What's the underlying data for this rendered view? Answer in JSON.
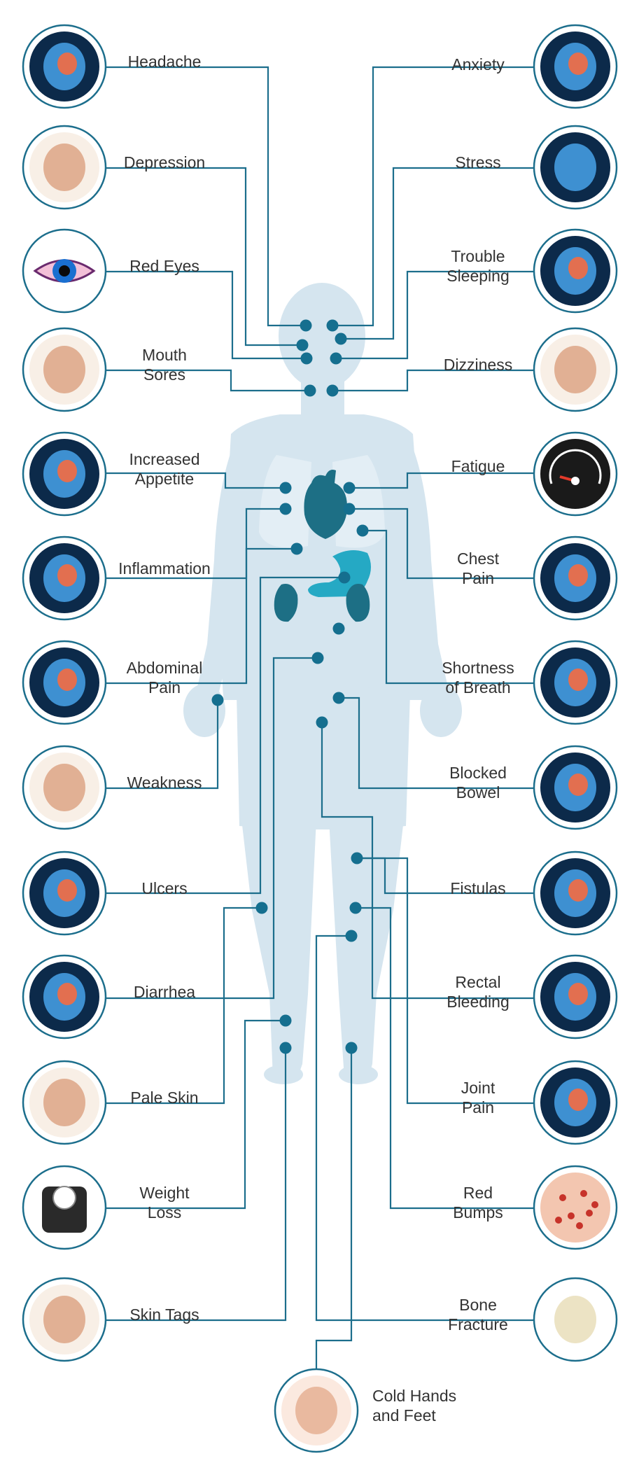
{
  "colors": {
    "line": "#1c6e8c",
    "dot": "#156f8f",
    "silhouette": "#d5e5ef",
    "organ": "#1d6f85",
    "stomach": "#25a9c4",
    "circle_border": "#1c6e8c",
    "text": "#333333"
  },
  "left_symptoms": [
    {
      "label": "Headache",
      "icon": "brain-pain-icon"
    },
    {
      "label": "Depression",
      "icon": "depressed-woman-icon"
    },
    {
      "label": "Red Eyes",
      "icon": "eye-icon"
    },
    {
      "label": "Mouth\nSores",
      "icon": "mouth-throat-icon"
    },
    {
      "label": "Increased\nAppetite",
      "icon": "stomach-icon"
    },
    {
      "label": "Inflammation",
      "icon": "torso-organs-icon"
    },
    {
      "label": "Abdominal\nPain",
      "icon": "abdomen-icon"
    },
    {
      "label": "Weakness",
      "icon": "arm-muscle-icon"
    },
    {
      "label": "Ulcers",
      "icon": "ulcer-stomach-icon"
    },
    {
      "label": "Diarrhea",
      "icon": "intestine-icon"
    },
    {
      "label": "Pale Skin",
      "icon": "skin-layers-icon"
    },
    {
      "label": "Weight\nLoss",
      "icon": "scale-icon"
    },
    {
      "label": "Skin Tags",
      "icon": "skin-tags-icon"
    }
  ],
  "right_symptoms": [
    {
      "label": "Anxiety",
      "icon": "brain-anxiety-icon"
    },
    {
      "label": "Stress",
      "icon": "head-stress-icon"
    },
    {
      "label": "Trouble\nSleeping",
      "icon": "sleeping-icon"
    },
    {
      "label": "Dizziness",
      "icon": "dizzy-woman-icon"
    },
    {
      "label": "Fatigue",
      "icon": "fuel-gauge-icon"
    },
    {
      "label": "Chest\nPain",
      "icon": "heart-chest-icon"
    },
    {
      "label": "Shortness\nof Breath",
      "icon": "lungs-icon"
    },
    {
      "label": "Blocked\nBowel",
      "icon": "bowel-icon"
    },
    {
      "label": "Fistulas",
      "icon": "fistula-icon"
    },
    {
      "label": "Rectal\nBleeding",
      "icon": "colon-icon"
    },
    {
      "label": "Joint\nPain",
      "icon": "knee-joint-icon"
    },
    {
      "label": "Red\nBumps",
      "icon": "red-bumps-icon"
    },
    {
      "label": "Bone\nFracture",
      "icon": "hand-bones-icon"
    }
  ],
  "bottom_symptom": {
    "label": "Cold Hands\nand Feet",
    "icon": "foot-icon"
  }
}
